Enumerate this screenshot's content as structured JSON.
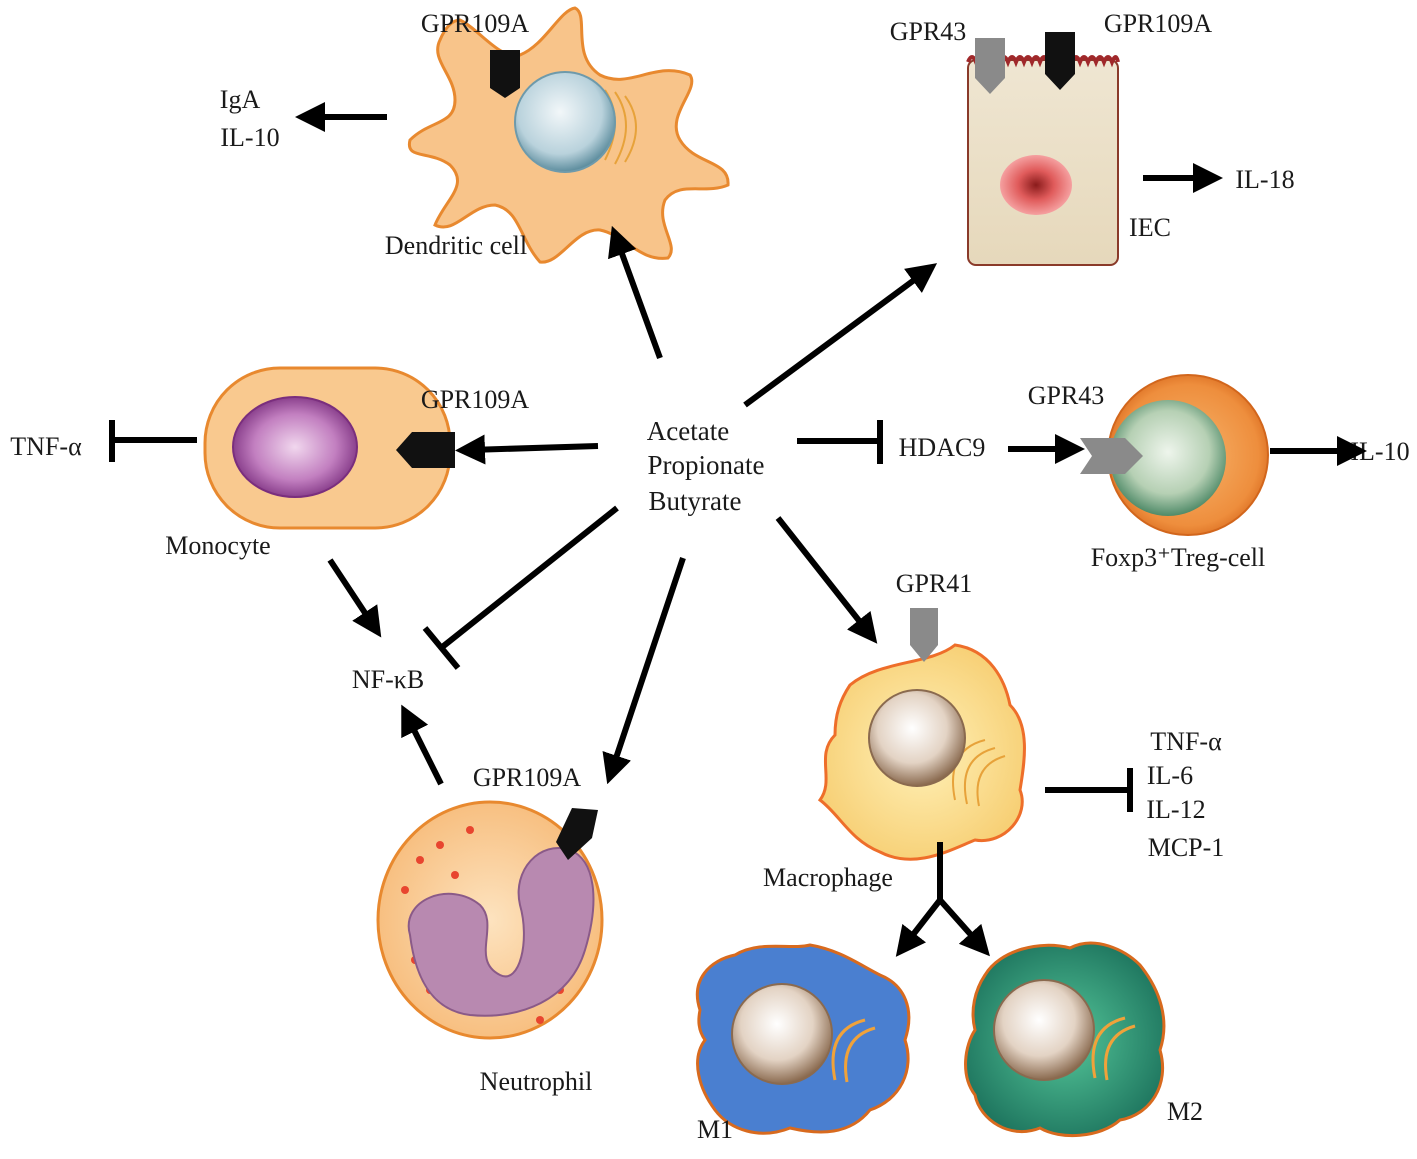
{
  "center": {
    "lines": [
      "Acetate",
      "Propionate",
      "Butyrate"
    ]
  },
  "cells": {
    "dendritic": {
      "name": "Dendritic cell",
      "receptor": "GPR109A",
      "outputs": [
        "IgA",
        "IL-10"
      ]
    },
    "iec": {
      "name": "IEC",
      "receptors": [
        "GPR43",
        "GPR109A"
      ],
      "output": "IL-18"
    },
    "monocyte": {
      "name": "Monocyte",
      "receptor": "GPR109A",
      "inhibits": "TNF-α"
    },
    "treg": {
      "name": "Foxp3⁺Treg-cell",
      "receptor": "GPR43",
      "inhibitor_target": "HDAC9",
      "output": "IL-10"
    },
    "nfkb": {
      "name": "NF-κB"
    },
    "neutrophil": {
      "name": "Neutrophil",
      "receptor": "GPR109A"
    },
    "macrophage": {
      "name": "Macrophage",
      "receptor": "GPR41",
      "inhibits": [
        "TNF-α",
        "IL-6",
        "IL-12",
        "MCP-1"
      ]
    },
    "m1": {
      "name": "M1"
    },
    "m2": {
      "name": "M2"
    }
  },
  "colors": {
    "arrow": "#000000",
    "cell_orange": "#f9c98f",
    "cell_border": "#e87a2a",
    "receptor_black": "#111111",
    "receptor_grey": "#8a8a8a",
    "m1_blue": "#4a7fd0",
    "m2_green": "#1f8a6a"
  }
}
